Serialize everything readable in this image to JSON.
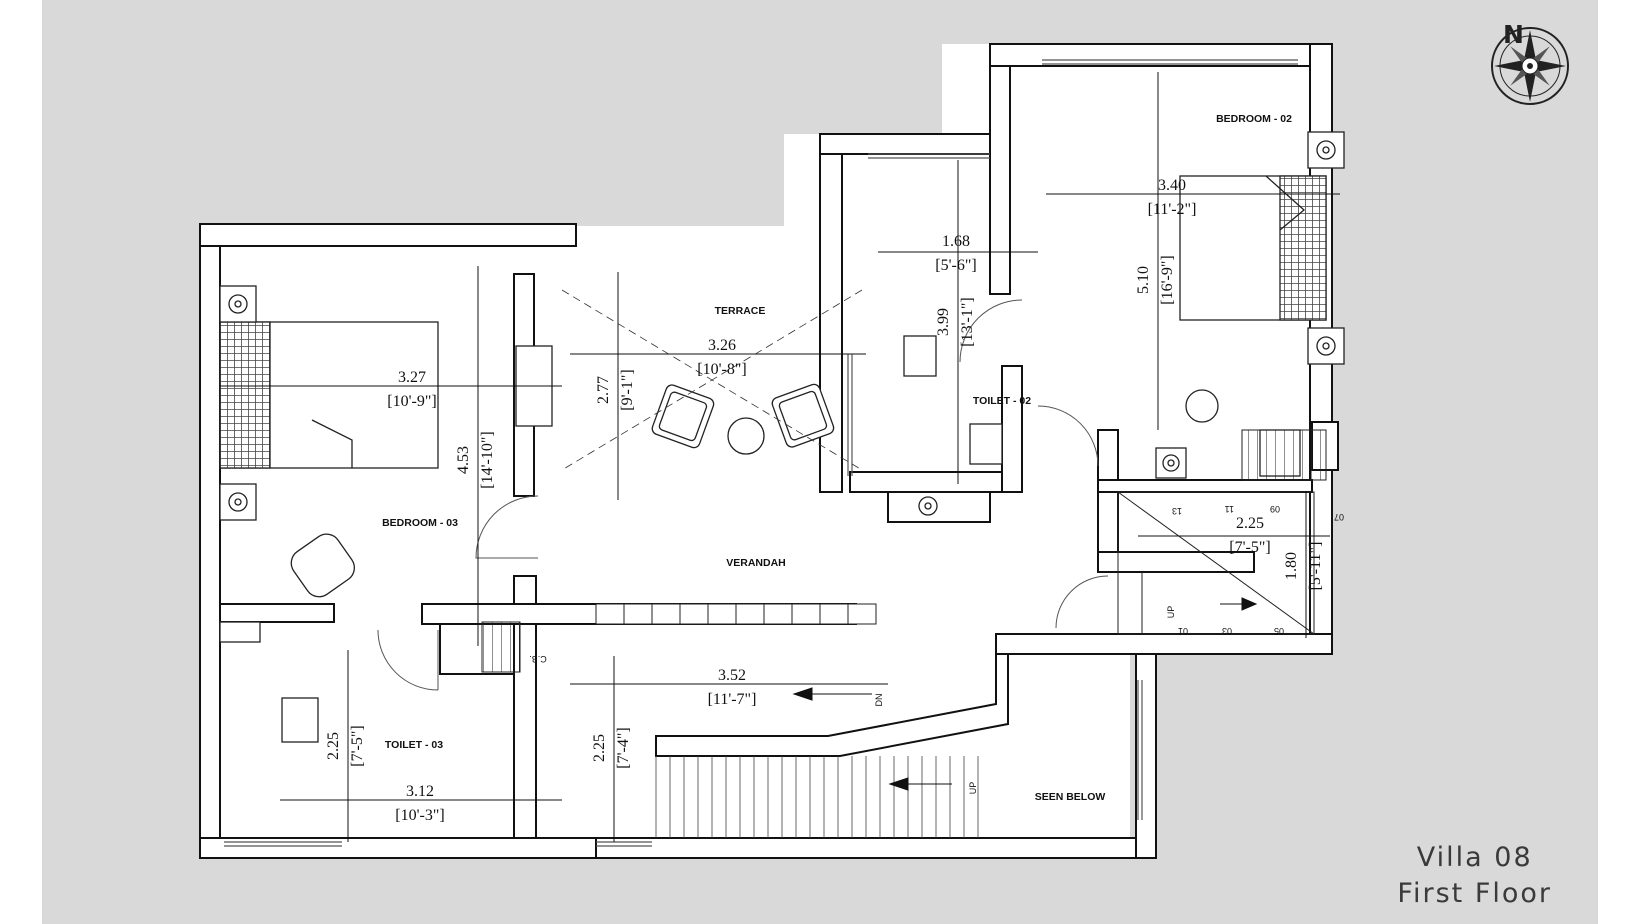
{
  "title": {
    "line1": "Villa 08",
    "line2": "First Floor"
  },
  "north": "N",
  "rooms": {
    "bedroom02": "BEDROOM - 02",
    "terrace": "TERRACE",
    "toilet02": "TOILET - 02",
    "bedroom03": "BEDROOM - 03",
    "verandah": "VERANDAH",
    "toilet03": "TOILET - 03",
    "seen_below": "SEEN BELOW",
    "cb": "C.B.",
    "up": "UP",
    "dn": "DN"
  },
  "dimensions": {
    "bed2_w": "3.40",
    "bed2_w_ft": "[11'-2\"]",
    "bed2_h": "5.10",
    "bed2_h_ft": "[16'-9\"]",
    "toi2_w": "1.68",
    "toi2_w_ft": "[5'-6\"]",
    "toi2_h": "3.99",
    "toi2_h_ft": "[13'-1\"]",
    "terr_w": "3.26",
    "terr_w_ft": "[10'-8\"]",
    "terr_h": "2.77",
    "terr_h_ft": "[9'-1\"]",
    "bed3_w": "3.27",
    "bed3_w_ft": "[10'-9\"]",
    "bed3_h": "4.53",
    "bed3_h_ft": "[14'-10\"]",
    "stair_w": "2.25",
    "stair_w_ft": "[7'-5\"]",
    "stair_h": "1.80",
    "stair_h_ft": "[5'-11\"]",
    "lob_w": "3.52",
    "lob_w_ft": "[11'-7\"]",
    "lob_h": "2.25",
    "lob_h_ft": "[7'-4\"]",
    "toi3_w": "3.12",
    "toi3_w_ft": "[10'-3\"]",
    "toi3_h": "2.25",
    "toi3_h_ft": "[7'-5\"]"
  },
  "stair_numbers": [
    "13",
    "11",
    "09",
    "07",
    "01",
    "03",
    "05"
  ],
  "colors": {
    "background": "#d9d9d9",
    "floor": "#ffffff",
    "wall": "#111111",
    "title": "#3a3a3a"
  }
}
